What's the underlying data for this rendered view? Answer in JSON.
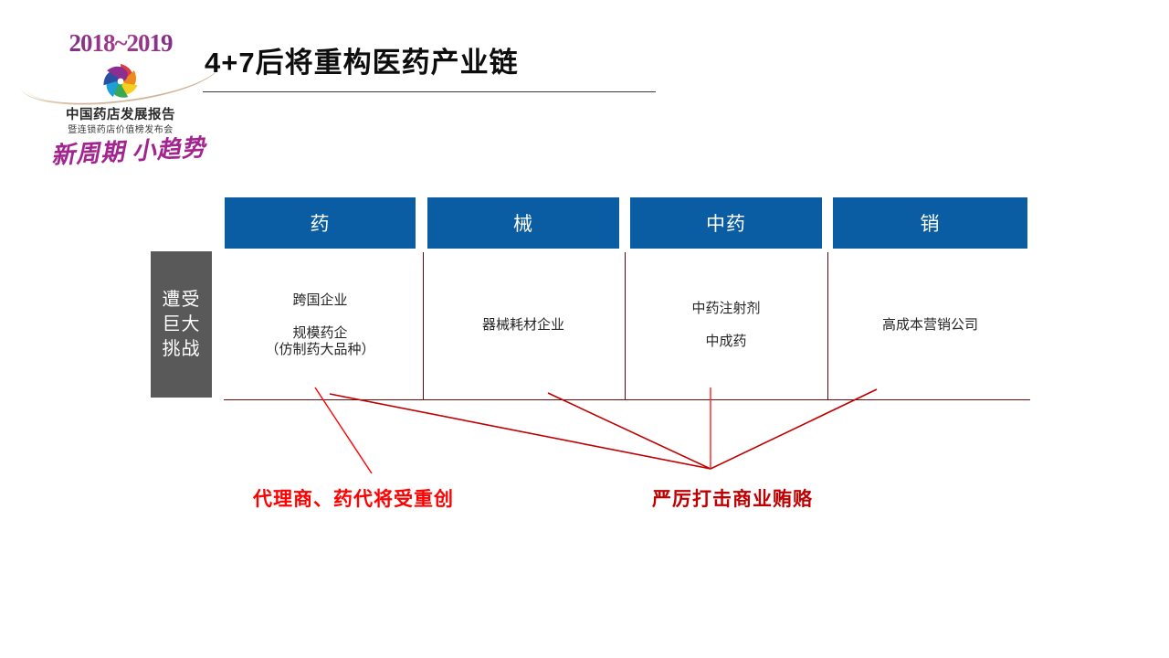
{
  "logo": {
    "year": "2018~2019",
    "title": "中国药店发展报告",
    "subtitle": "暨连锁药店价值榜发布会",
    "swirl_icon": "pinwheel-icon",
    "colors": [
      "#e03a3e",
      "#f08a1d",
      "#f5d020",
      "#3aa757",
      "#1d9fd7",
      "#2b4fa2",
      "#8a2f8f"
    ]
  },
  "tagline": "新周期 小趋势",
  "header": {
    "title": "4+7后将重构医药产业链"
  },
  "diagram": {
    "row_label": {
      "lines": [
        "遭受",
        "巨大",
        "挑战"
      ],
      "background": "#595959",
      "text_color": "#ffffff"
    },
    "header_color": "#0a5ca3",
    "divider_color": "#5c0a0a",
    "columns": [
      {
        "header": "药",
        "entries": [
          {
            "main": "跨国企业",
            "sub": ""
          },
          {
            "main": "规模药企",
            "sub": "（仿制药大品种）"
          }
        ]
      },
      {
        "header": "械",
        "entries": [
          {
            "main": "器械耗材企业",
            "sub": ""
          }
        ]
      },
      {
        "header": "中药",
        "entries": [
          {
            "main": "中药注射剂",
            "sub": ""
          },
          {
            "main": "中成药",
            "sub": ""
          }
        ]
      },
      {
        "header": "销",
        "entries": [
          {
            "main": "高成本营销公司",
            "sub": ""
          }
        ]
      }
    ],
    "annotations": [
      {
        "text": "代理商、药代将受重创",
        "color": "#ff0000"
      },
      {
        "text": "严厉打击商业贿赂",
        "color": "#c00000"
      }
    ]
  }
}
